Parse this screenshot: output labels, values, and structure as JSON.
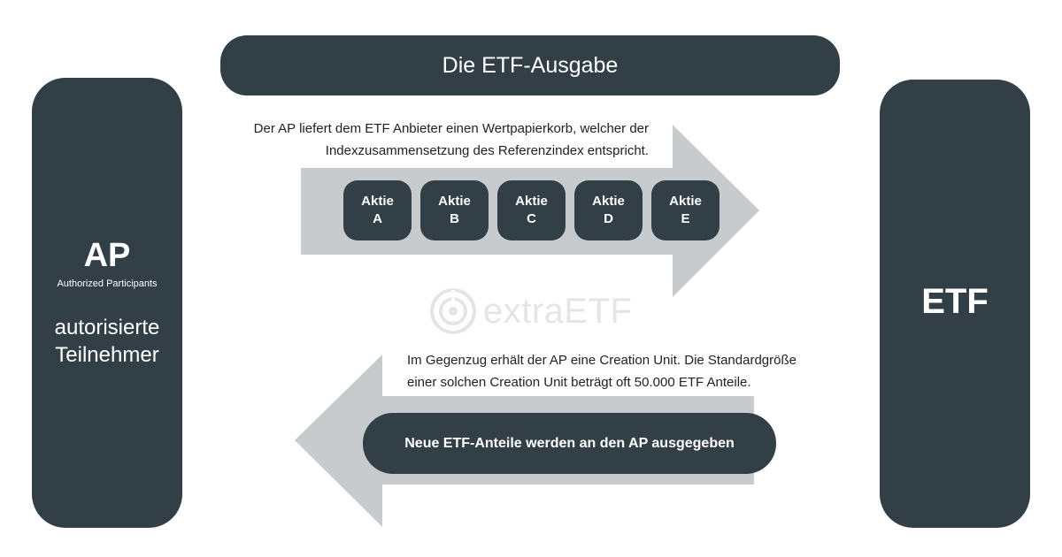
{
  "title": "Die ETF-Ausgabe",
  "ap_panel": {
    "title": "AP",
    "subtitle": "Authorized Participants",
    "german_line1": "autorisierte",
    "german_line2": "Teilnehmer"
  },
  "etf_panel": {
    "title": "ETF"
  },
  "top_flow": {
    "line1": "Der AP liefert dem ETF Anbieter einen Wertpapierkorb, welcher der",
    "line2": "Indexzusammensetzung des Referenzindex entspricht.",
    "stocks": [
      {
        "line1": "Aktie",
        "line2": "A"
      },
      {
        "line1": "Aktie",
        "line2": "B"
      },
      {
        "line1": "Aktie",
        "line2": "C"
      },
      {
        "line1": "Aktie",
        "line2": "D"
      },
      {
        "line1": "Aktie",
        "line2": "E"
      }
    ]
  },
  "bottom_flow": {
    "line1": "Im Gegenzug erhält der AP eine Creation Unit. Die Standardgröße",
    "line2": "einer solchen Creation Unit beträgt oft 50.000 ETF Anteile.",
    "pill": "Neue ETF-Anteile werden an den AP ausgegeben"
  },
  "watermark": "extraETF",
  "colors": {
    "dark": "#323f47",
    "arrow": "#c8cbcd",
    "background": "#ffffff"
  }
}
